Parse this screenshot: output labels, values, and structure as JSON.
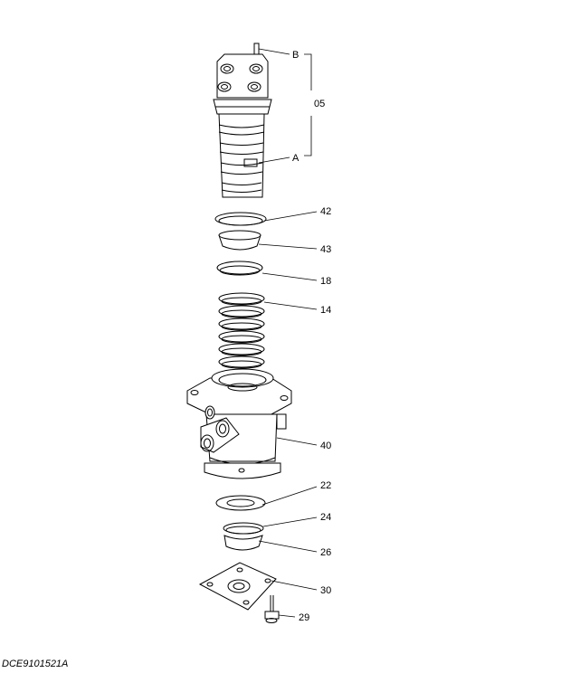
{
  "diagram": {
    "drawing_code": "DCE9101521A",
    "labels": {
      "b": "B",
      "part_05": "05",
      "a": "A",
      "part_42": "42",
      "part_43": "43",
      "part_18": "18",
      "part_14": "14",
      "part_40": "40",
      "part_22": "22",
      "part_24": "24",
      "part_26": "26",
      "part_30": "30",
      "part_29": "29"
    }
  }
}
